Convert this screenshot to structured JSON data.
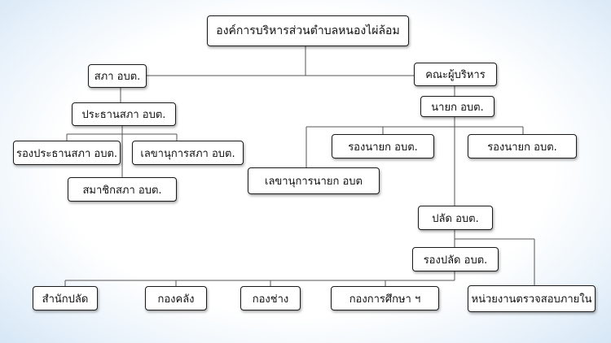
{
  "org_chart": {
    "root": "องค์การบริหารส่วนตำบลหนองไผ่ล้อม",
    "council": "สภา อบต.",
    "council_chair": "ประธานสภา อบต.",
    "council_vice_chair": "รองประธานสภา อบต.",
    "council_secretary": "เลขานุการสภา อบต.",
    "council_member": "สมาชิกสภา อบต.",
    "executive": "คณะผู้บริหาร",
    "mayor": "นายก อบต.",
    "deputy_mayor_1": "รองนายก อบต.",
    "deputy_mayor_2": "รองนายก อบต.",
    "mayor_secretary": "เลขานุการนายก อบต",
    "chief_administrator": "ปลัด อบต.",
    "deputy_chief_administrator": "รองปลัด อบต.",
    "departments": [
      "สำนักปลัด",
      "กองคลัง",
      "กองช่าง",
      "กองการศึกษา ฯ",
      "หน่วยงานตรวจสอบภายใน"
    ]
  }
}
